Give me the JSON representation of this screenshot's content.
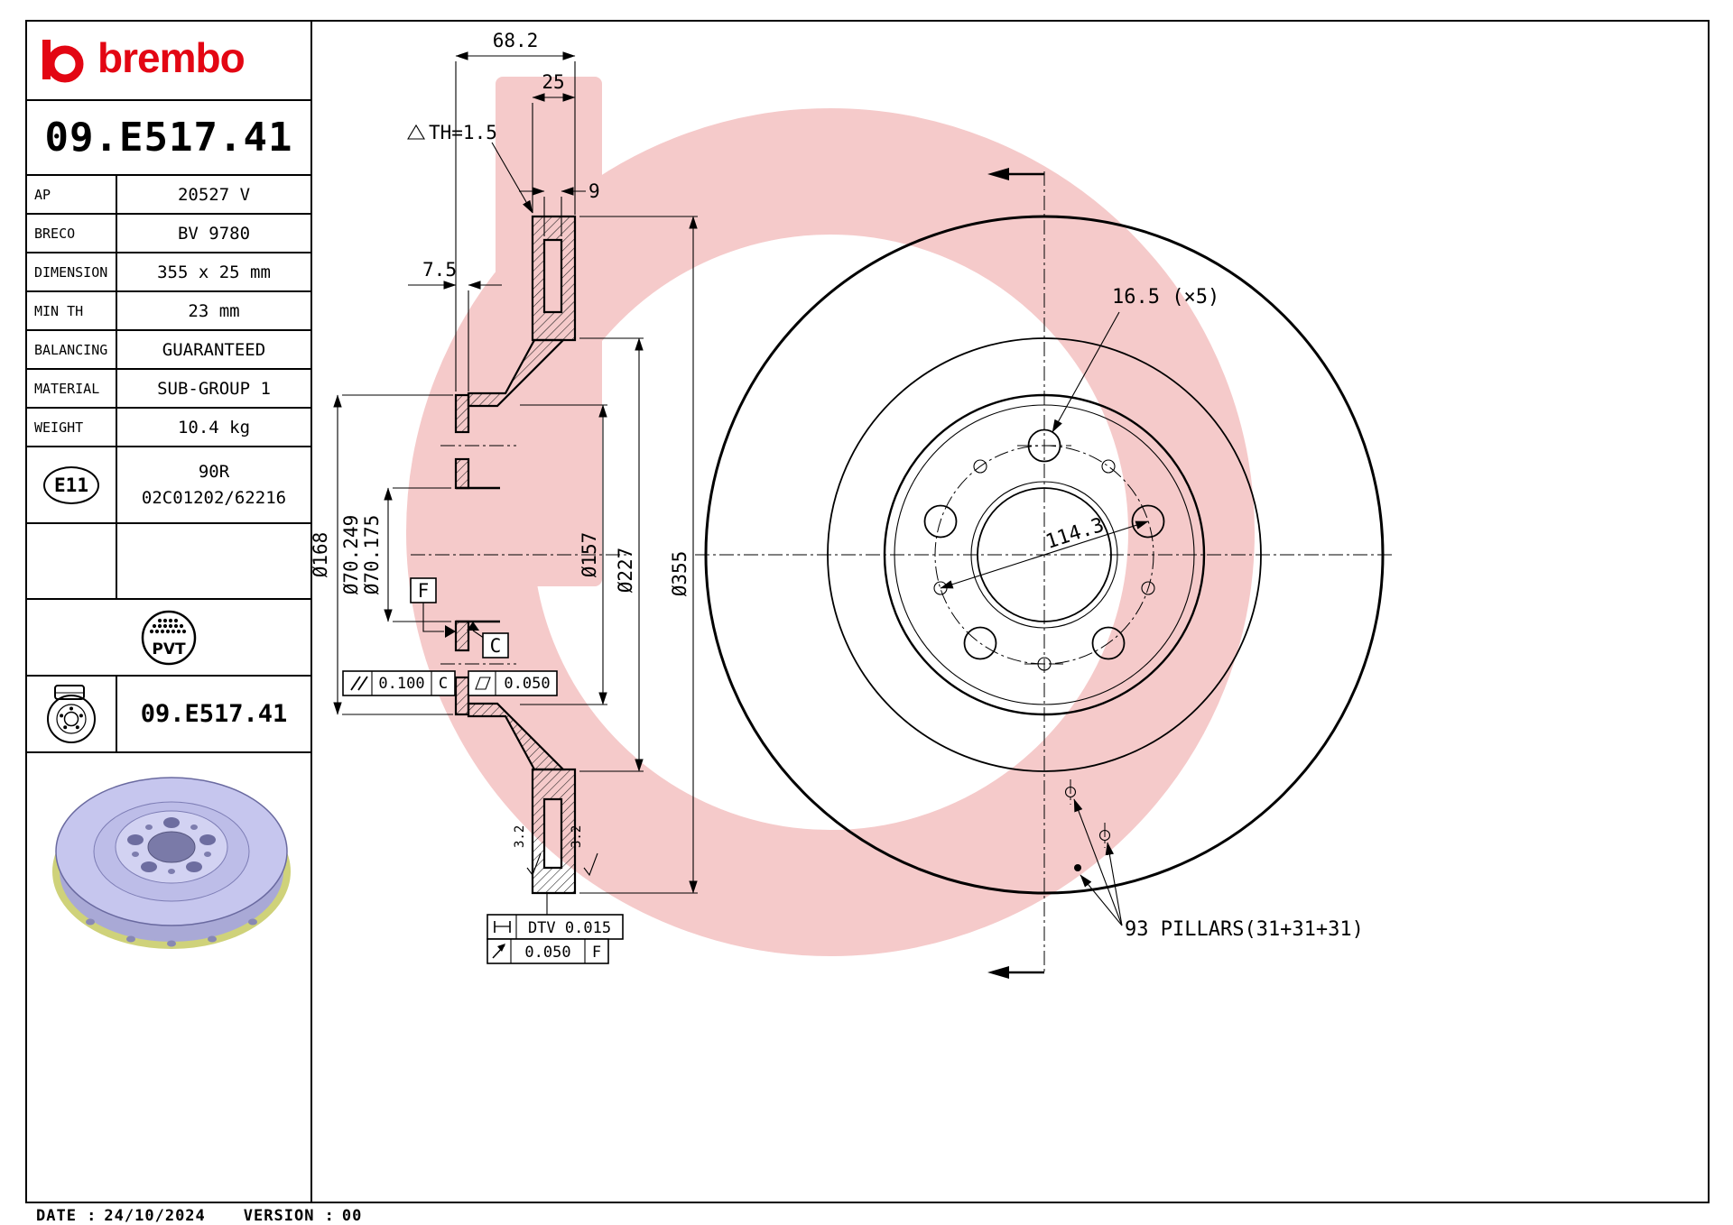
{
  "colors": {
    "brand_red": "#e30613",
    "watermark_pink": "#f5caca",
    "disc_lavender": "#c6c6ee"
  },
  "brand": {
    "wordmark": "brembo"
  },
  "part_number": "09.E517.41",
  "spec_rows": [
    {
      "label": "AP",
      "value": "20527 V"
    },
    {
      "label": "BRECO",
      "value": "BV 9780"
    },
    {
      "label": "DIMENSION",
      "value": "355 x 25 mm"
    },
    {
      "label": "MIN TH",
      "value": "23 mm"
    },
    {
      "label": "BALANCING",
      "value": "GUARANTEED"
    },
    {
      "label": "MATERIAL",
      "value": "SUB-GROUP 1"
    },
    {
      "label": "WEIGHT",
      "value": "10.4 kg"
    }
  ],
  "homologation": {
    "badge": "E11",
    "line1": "90R",
    "line2": "02C01202/62216"
  },
  "pvt_label": "PVT",
  "disc_row": {
    "part_number": "09.E517.41"
  },
  "footer": {
    "date_label": "DATE :",
    "date": "24/10/2024",
    "version_label": "VERSION :",
    "version": "00"
  },
  "section": {
    "dim_total_width": "68.2",
    "dim_disc_th": "25",
    "dim_min_th": "TH=1.5",
    "dim_vent_hole": "9",
    "dim_flange_th": "7.5",
    "dia_hat_outer": "Ø168",
    "dia_bore_max": "Ø70.249",
    "dia_bore_min": "Ø70.175",
    "dia_hat": "Ø157",
    "dia_friction_inner": "Ø227",
    "dia_outer": "Ø355",
    "datum_f": "F",
    "datum_c": "C",
    "tol_parallel_value": "0.100",
    "tol_parallel_datum": "C",
    "tol_flatness_value": "0.050",
    "tol_dtv": "DTV 0.015",
    "tol_runout_value": "0.050",
    "tol_runout_datum": "F",
    "roughness_value": "3.2"
  },
  "front_view": {
    "bolt_hole_dim": "16.5 (×5)",
    "bolt_circle_dia": "114.3",
    "pillars_note": "93 PILLARS(31+31+31)"
  }
}
